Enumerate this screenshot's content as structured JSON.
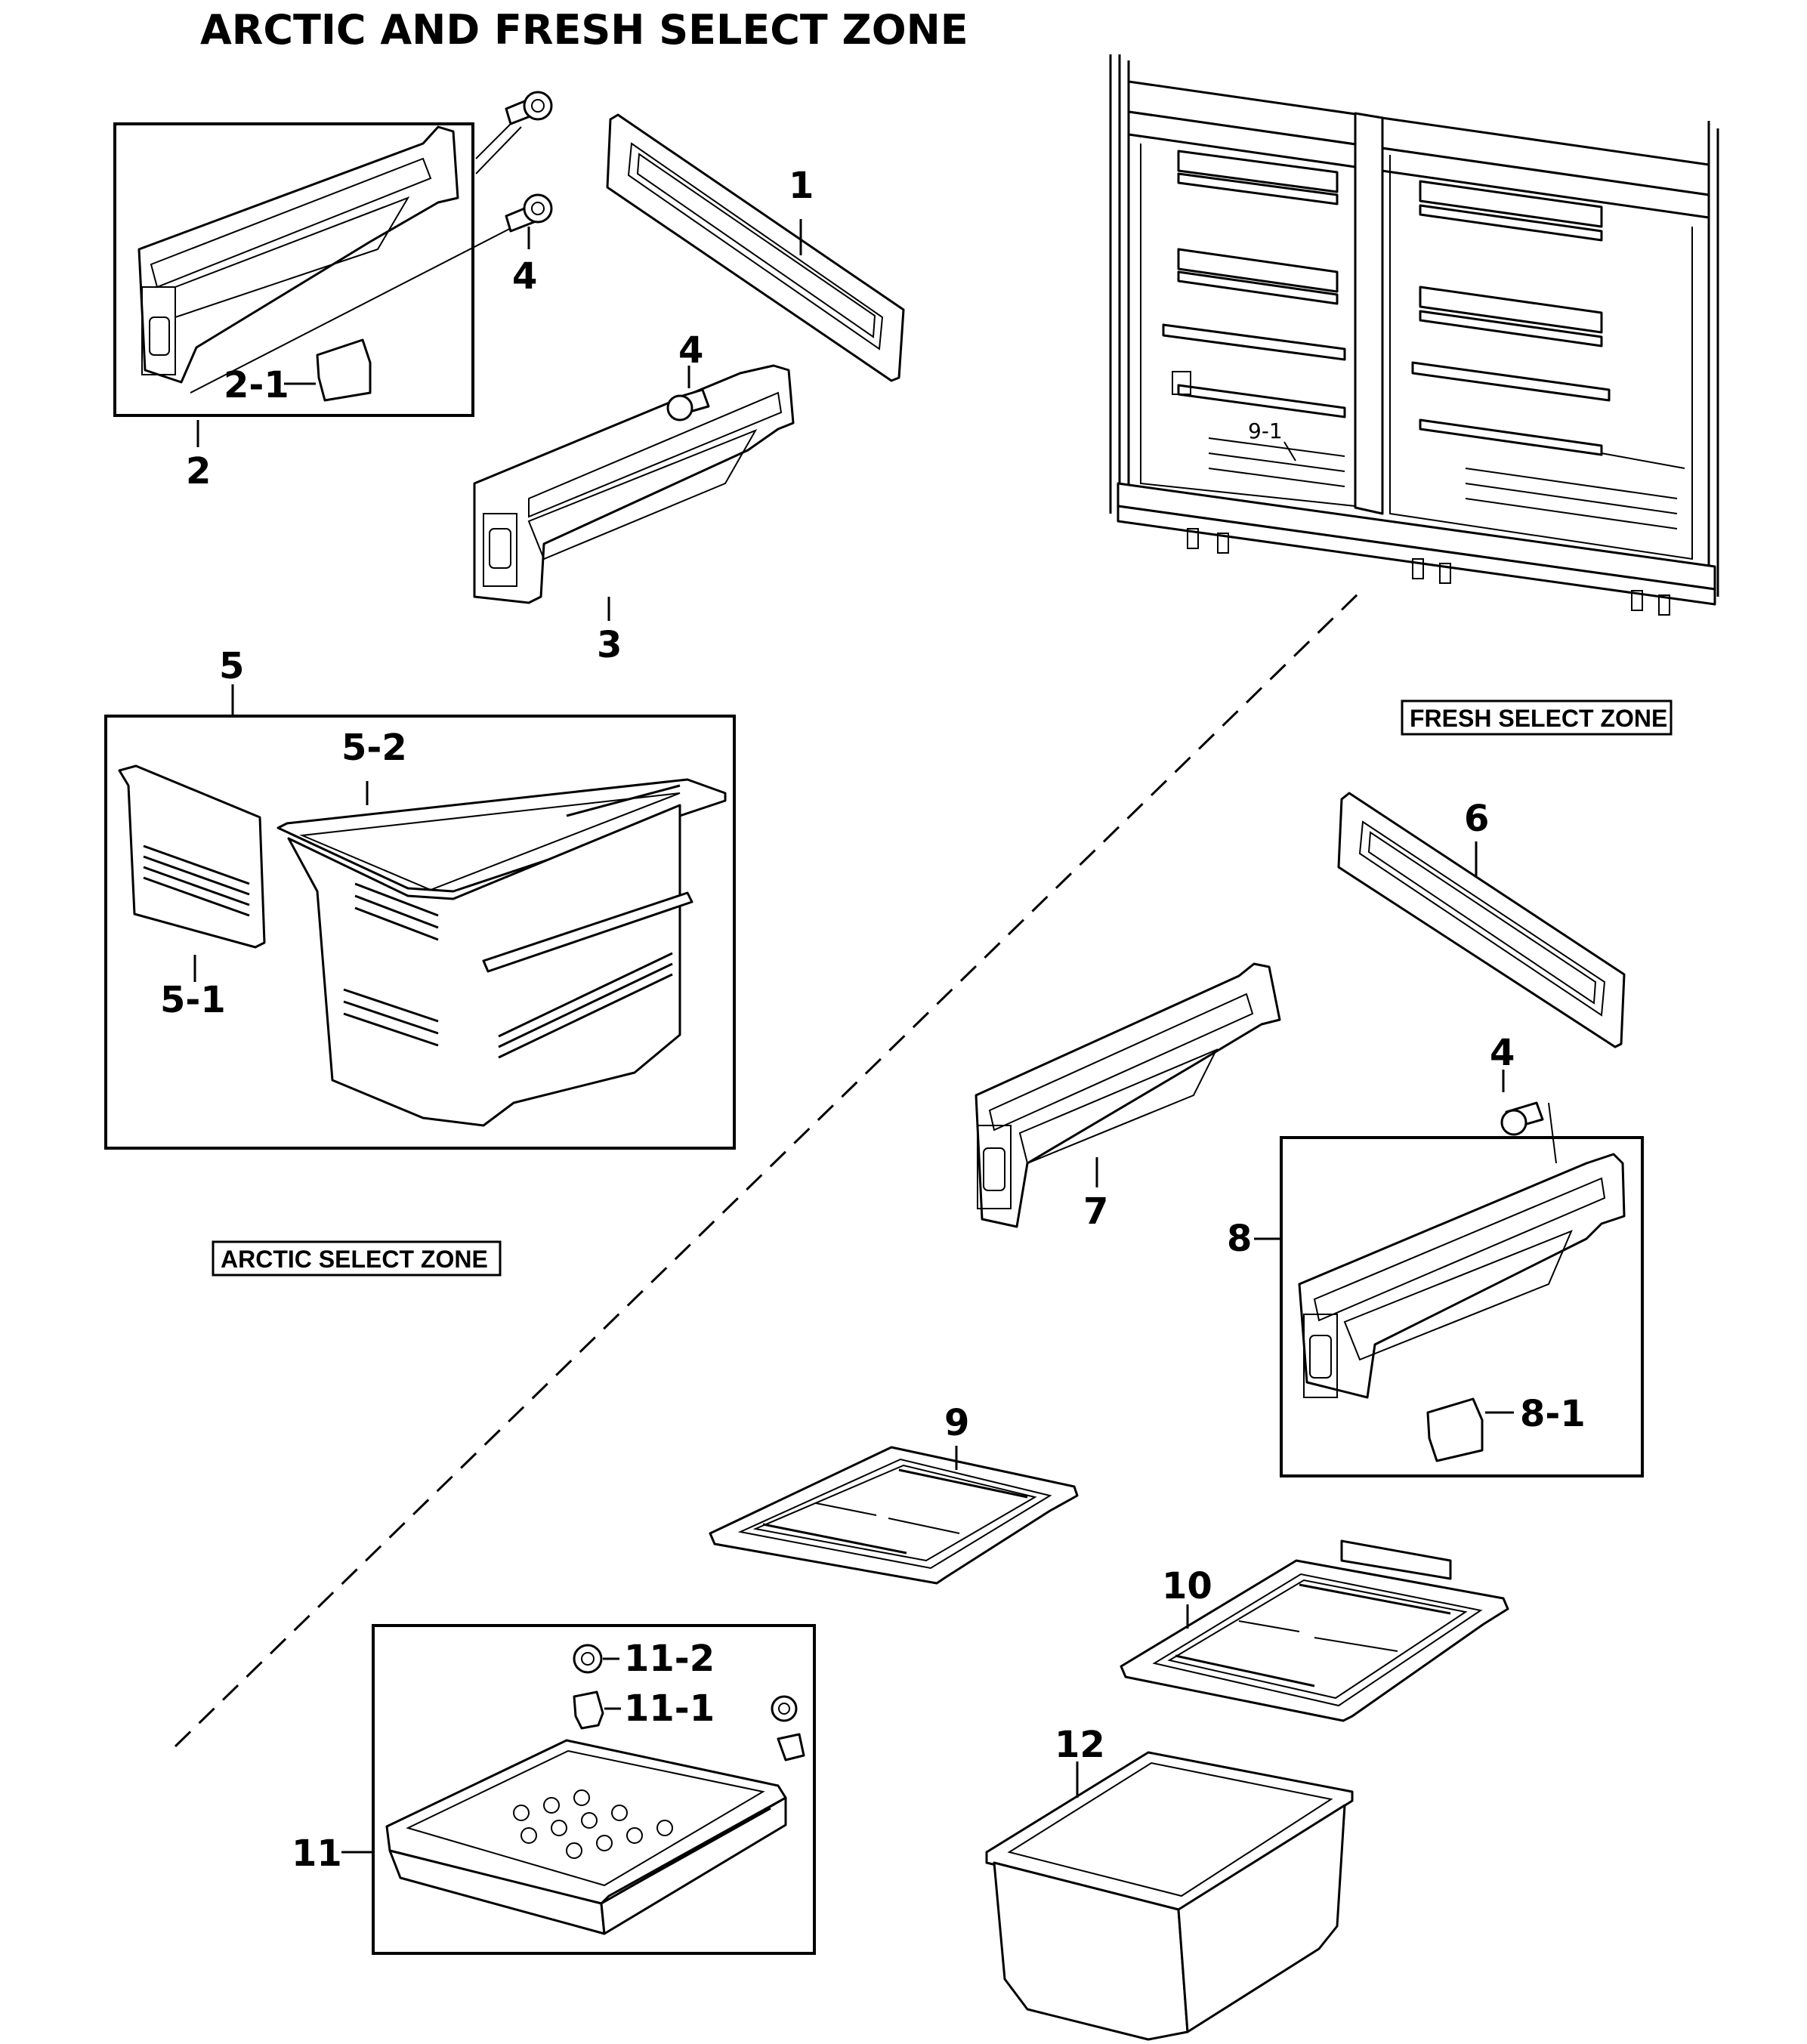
{
  "title": "ARCTIC AND FRESH SELECT ZONE",
  "zones": {
    "fresh": "FRESH SELECT ZONE",
    "arctic": "ARCTIC SELECT ZONE"
  },
  "labels": {
    "p1": "1",
    "p2": "2",
    "p2_1": "2-1",
    "p3": "3",
    "p4_a": "4",
    "p4_b": "4",
    "p4_c": "4",
    "p5": "5",
    "p5_1": "5-1",
    "p5_2": "5-2",
    "p6": "6",
    "p7": "7",
    "p8": "8",
    "p8_1": "8-1",
    "p9": "9",
    "p9_1": "9-1",
    "p10": "10",
    "p11": "11",
    "p11_1": "11-1",
    "p11_2": "11-2",
    "p12": "12"
  }
}
